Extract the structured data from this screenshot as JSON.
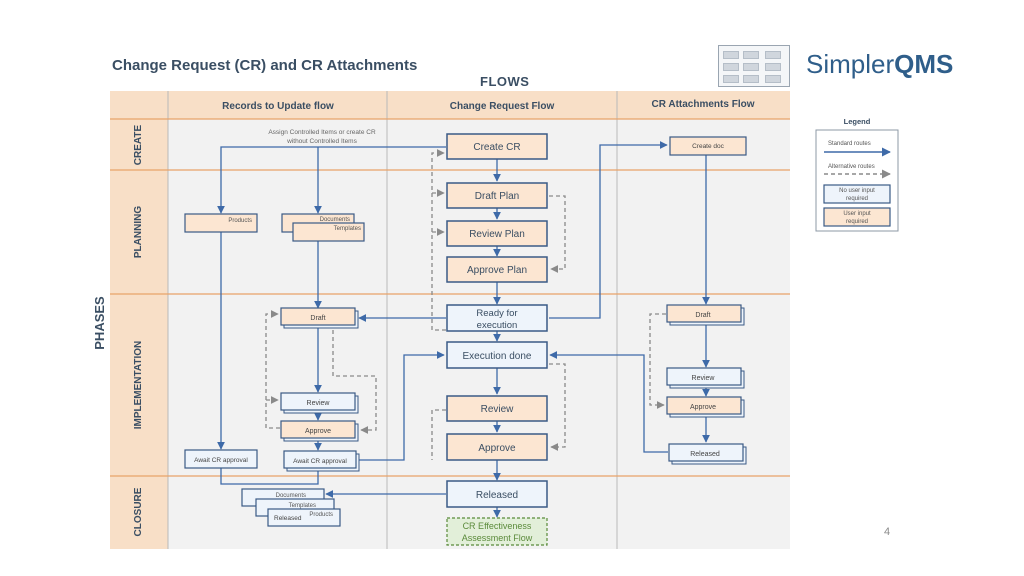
{
  "title": "Change Request (CR) and CR Attachments",
  "flows_label": "FLOWS",
  "logo": {
    "part1": "Simpler",
    "part2": "QMS"
  },
  "page_number": "4",
  "phases_label": "PHASES",
  "columns": [
    "Records to Update flow",
    "Change Request Flow",
    "CR Attachments Flow"
  ],
  "rows": [
    "CREATE",
    "PLANNING",
    "IMPLEMENTATION",
    "CLOSURE"
  ],
  "annotation": {
    "line1": "Assign Controlled Items or create CR",
    "line2": "without Controlled Items"
  },
  "records": {
    "products": "Products",
    "documents": "Documents",
    "templates": "Templates",
    "draft": "Draft",
    "review": "Review",
    "approve": "Approve",
    "await_left": "Await CR approval",
    "await_right": "Await CR approval",
    "closure_documents": "Documents",
    "closure_templates": "Templates",
    "closure_released": "Released",
    "closure_products": "Products"
  },
  "cr": {
    "create": "Create CR",
    "draft_plan": "Draft Plan",
    "review_plan": "Review Plan",
    "approve_plan": "Approve Plan",
    "ready_line1": "Ready for",
    "ready_line2": "execution",
    "execution_done": "Execution done",
    "review": "Review",
    "approve": "Approve",
    "released": "Released",
    "effectiveness_line1": "CR Effectiveness",
    "effectiveness_line2": "Assessment Flow"
  },
  "attachments": {
    "create_doc": "Create doc",
    "draft": "Draft",
    "review": "Review",
    "approve": "Approve",
    "released": "Released"
  },
  "legend": {
    "title": "Legend",
    "standard": "Standard routes",
    "alternative": "Alternative routes",
    "no_input_line1": "No user input",
    "no_input_line2": "required",
    "user_input_line1": "User input",
    "user_input_line2": "required"
  },
  "colors": {
    "accent": "#3e6aa8",
    "header_bg": "#f8dfc7",
    "grid_bg": "#f2f2f2",
    "orange_line": "#e8a36a",
    "dashed": "#8a8a8a",
    "effectiveness": "#5a8a3a"
  }
}
